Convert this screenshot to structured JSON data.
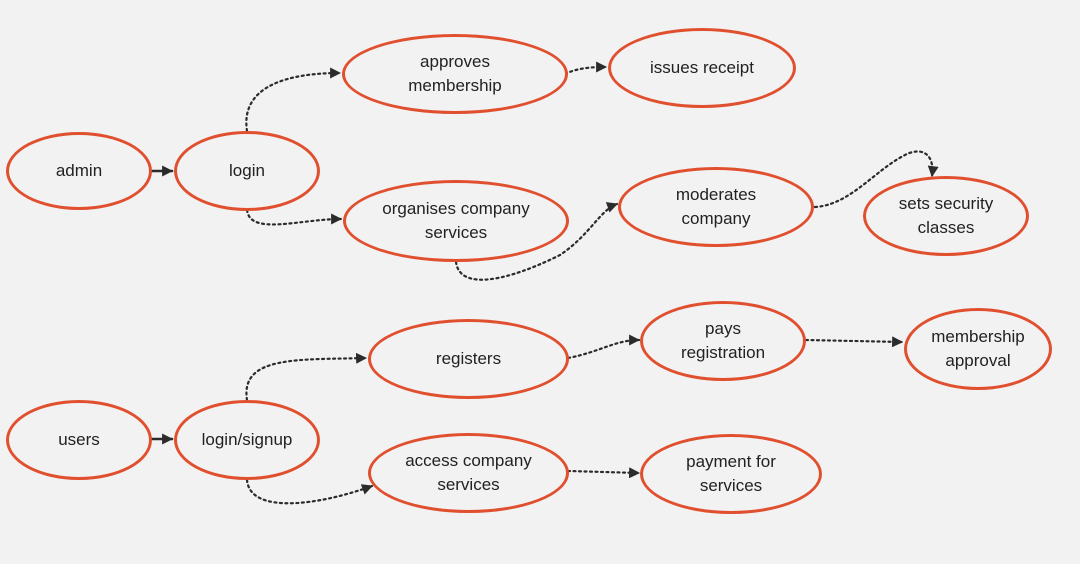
{
  "colors": {
    "node_border": "#e0502f",
    "edge": "#2b2b2b",
    "background": "#f2f2f2"
  },
  "nodes": {
    "admin": "admin",
    "login": "login",
    "approves_membership": "approves membership",
    "issues_receipt": "issues receipt",
    "organises_company_services": "organises company services",
    "moderates_company": "moderates company",
    "sets_security_classes": "sets security classes",
    "users": "users",
    "login_signup": "login/signup",
    "registers": "registers",
    "pays_registration": "pays registration",
    "membership_approval": "membership approval",
    "access_company_services": "access company services",
    "payment_for_services": "payment for services"
  },
  "edges": [
    {
      "from": "admin",
      "to": "login",
      "style": "solid"
    },
    {
      "from": "login",
      "to": "approves_membership",
      "style": "dotted"
    },
    {
      "from": "approves_membership",
      "to": "issues_receipt",
      "style": "dotted"
    },
    {
      "from": "login",
      "to": "organises_company_services",
      "style": "dotted"
    },
    {
      "from": "organises_company_services",
      "to": "moderates_company",
      "style": "dotted"
    },
    {
      "from": "moderates_company",
      "to": "sets_security_classes",
      "style": "dotted"
    },
    {
      "from": "users",
      "to": "login_signup",
      "style": "solid"
    },
    {
      "from": "login_signup",
      "to": "registers",
      "style": "dotted"
    },
    {
      "from": "registers",
      "to": "pays_registration",
      "style": "dotted"
    },
    {
      "from": "pays_registration",
      "to": "membership_approval",
      "style": "dotted"
    },
    {
      "from": "login_signup",
      "to": "access_company_services",
      "style": "dotted"
    },
    {
      "from": "access_company_services",
      "to": "payment_for_services",
      "style": "dotted"
    }
  ]
}
